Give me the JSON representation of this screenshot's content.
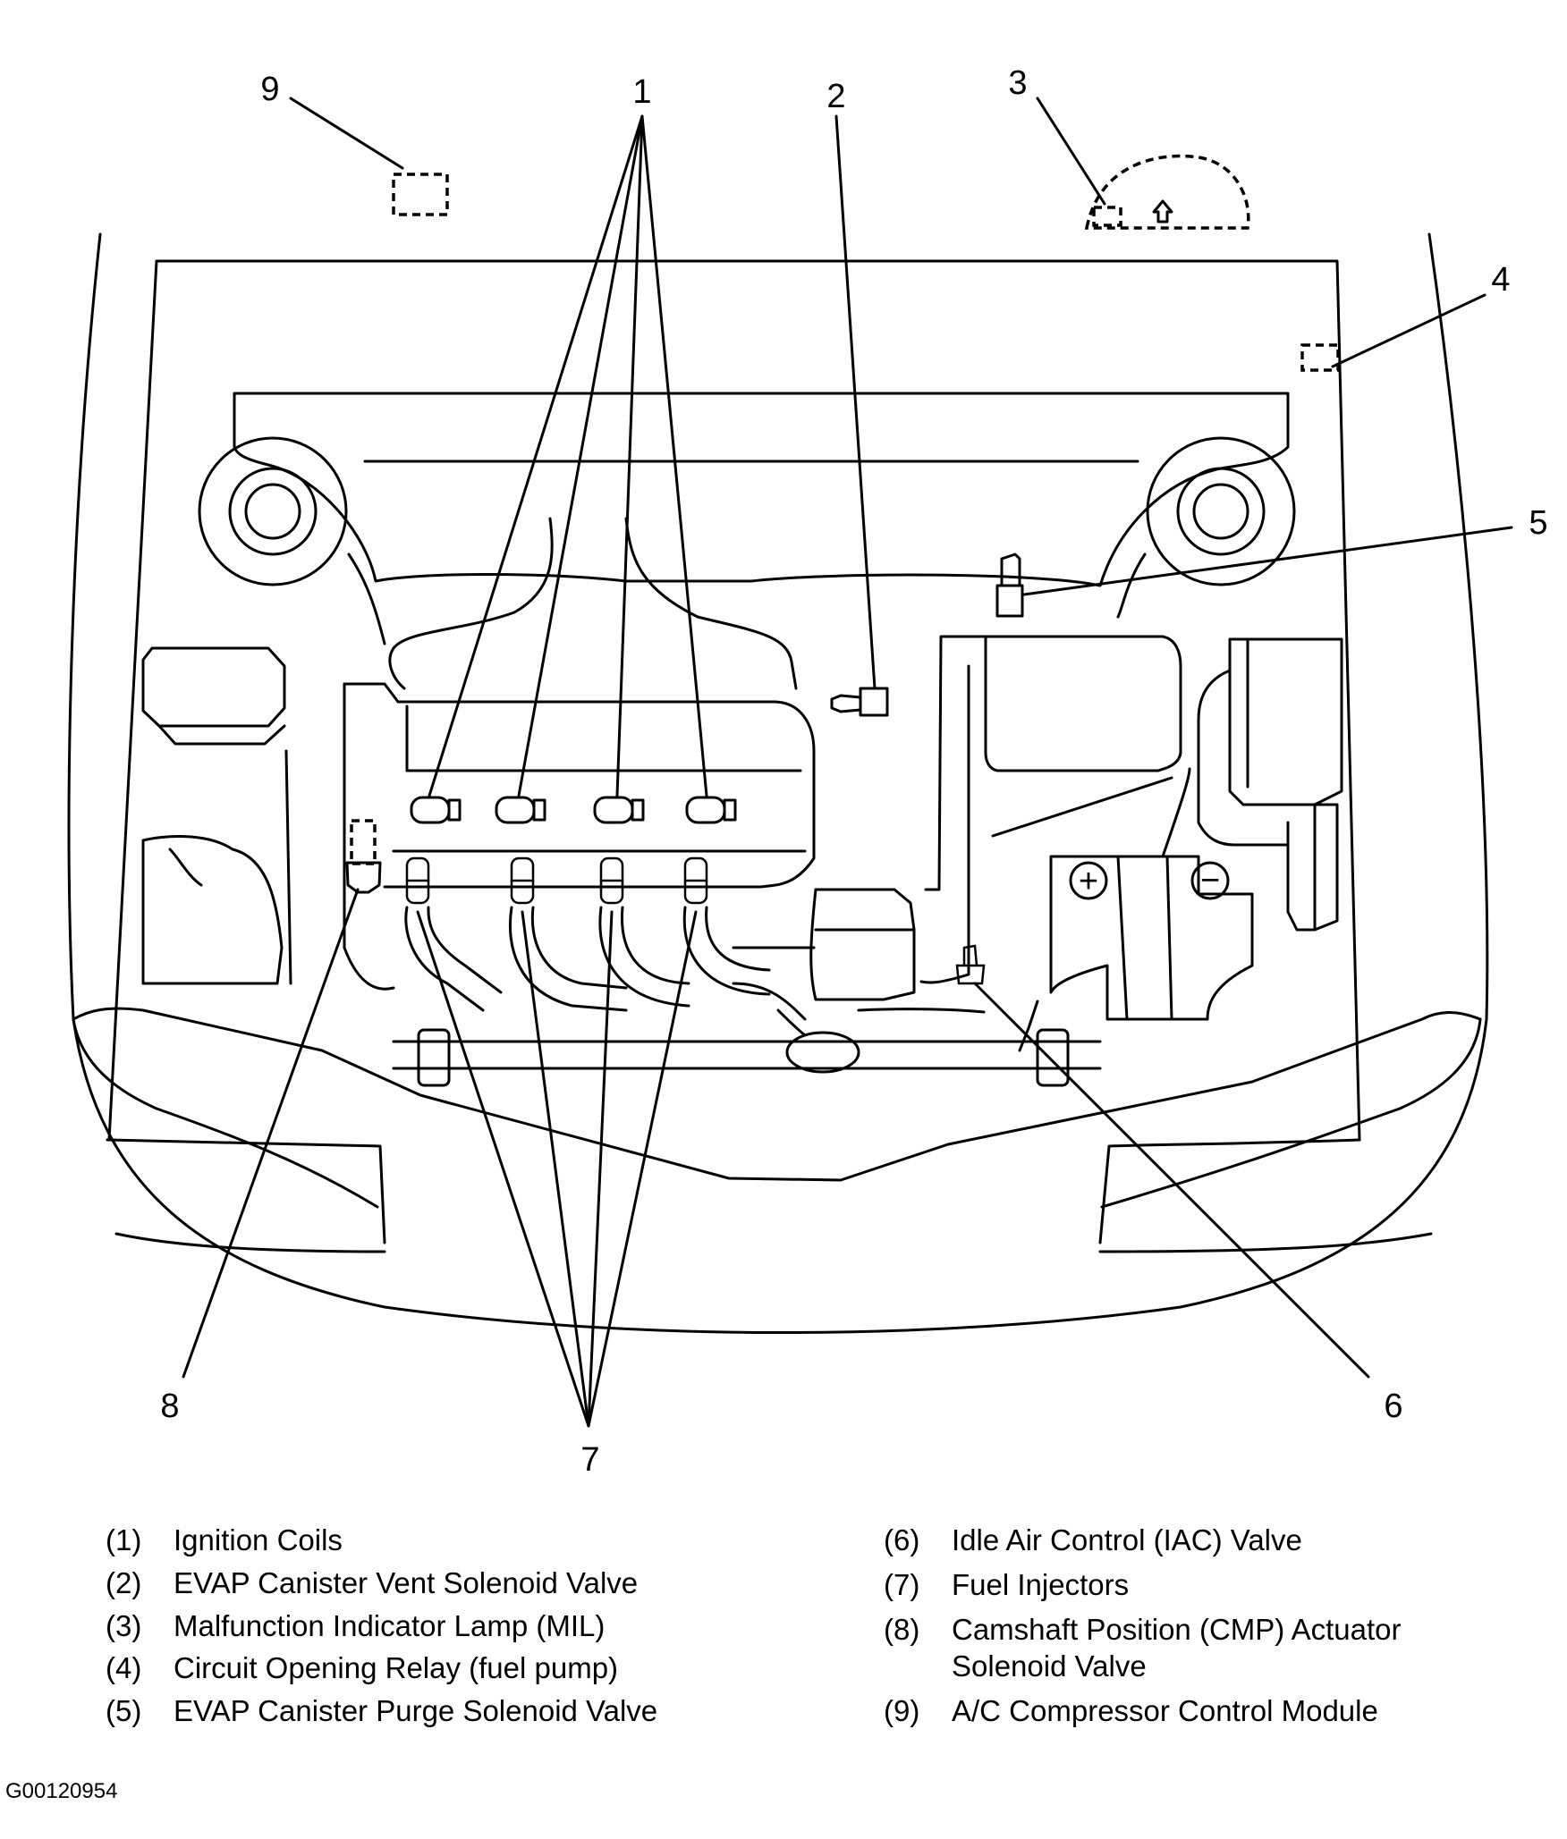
{
  "callouts": [
    "1",
    "2",
    "3",
    "4",
    "5",
    "6",
    "7",
    "8",
    "9"
  ],
  "legend": {
    "left": [
      {
        "num": "(1)",
        "text": "Ignition Coils"
      },
      {
        "num": "(2)",
        "text": "EVAP Canister Vent Solenoid Valve"
      },
      {
        "num": "(3)",
        "text": "Malfunction Indicator Lamp (MIL)"
      },
      {
        "num": "(4)",
        "text": "Circuit Opening Relay (fuel pump)"
      },
      {
        "num": "(5)",
        "text": "EVAP Canister Purge Solenoid Valve"
      }
    ],
    "right": [
      {
        "num": "(6)",
        "text": "Idle Air Control (IAC) Valve"
      },
      {
        "num": "(7)",
        "text": "Fuel Injectors"
      },
      {
        "num": "(8)",
        "text": "Camshaft Position (CMP) Actuator Solenoid Valve"
      },
      {
        "num": "(9)",
        "text": "A/C Compressor Control Module"
      }
    ]
  },
  "battery": {
    "plus": "+",
    "minus": "−"
  },
  "figure_id": "G00120954"
}
